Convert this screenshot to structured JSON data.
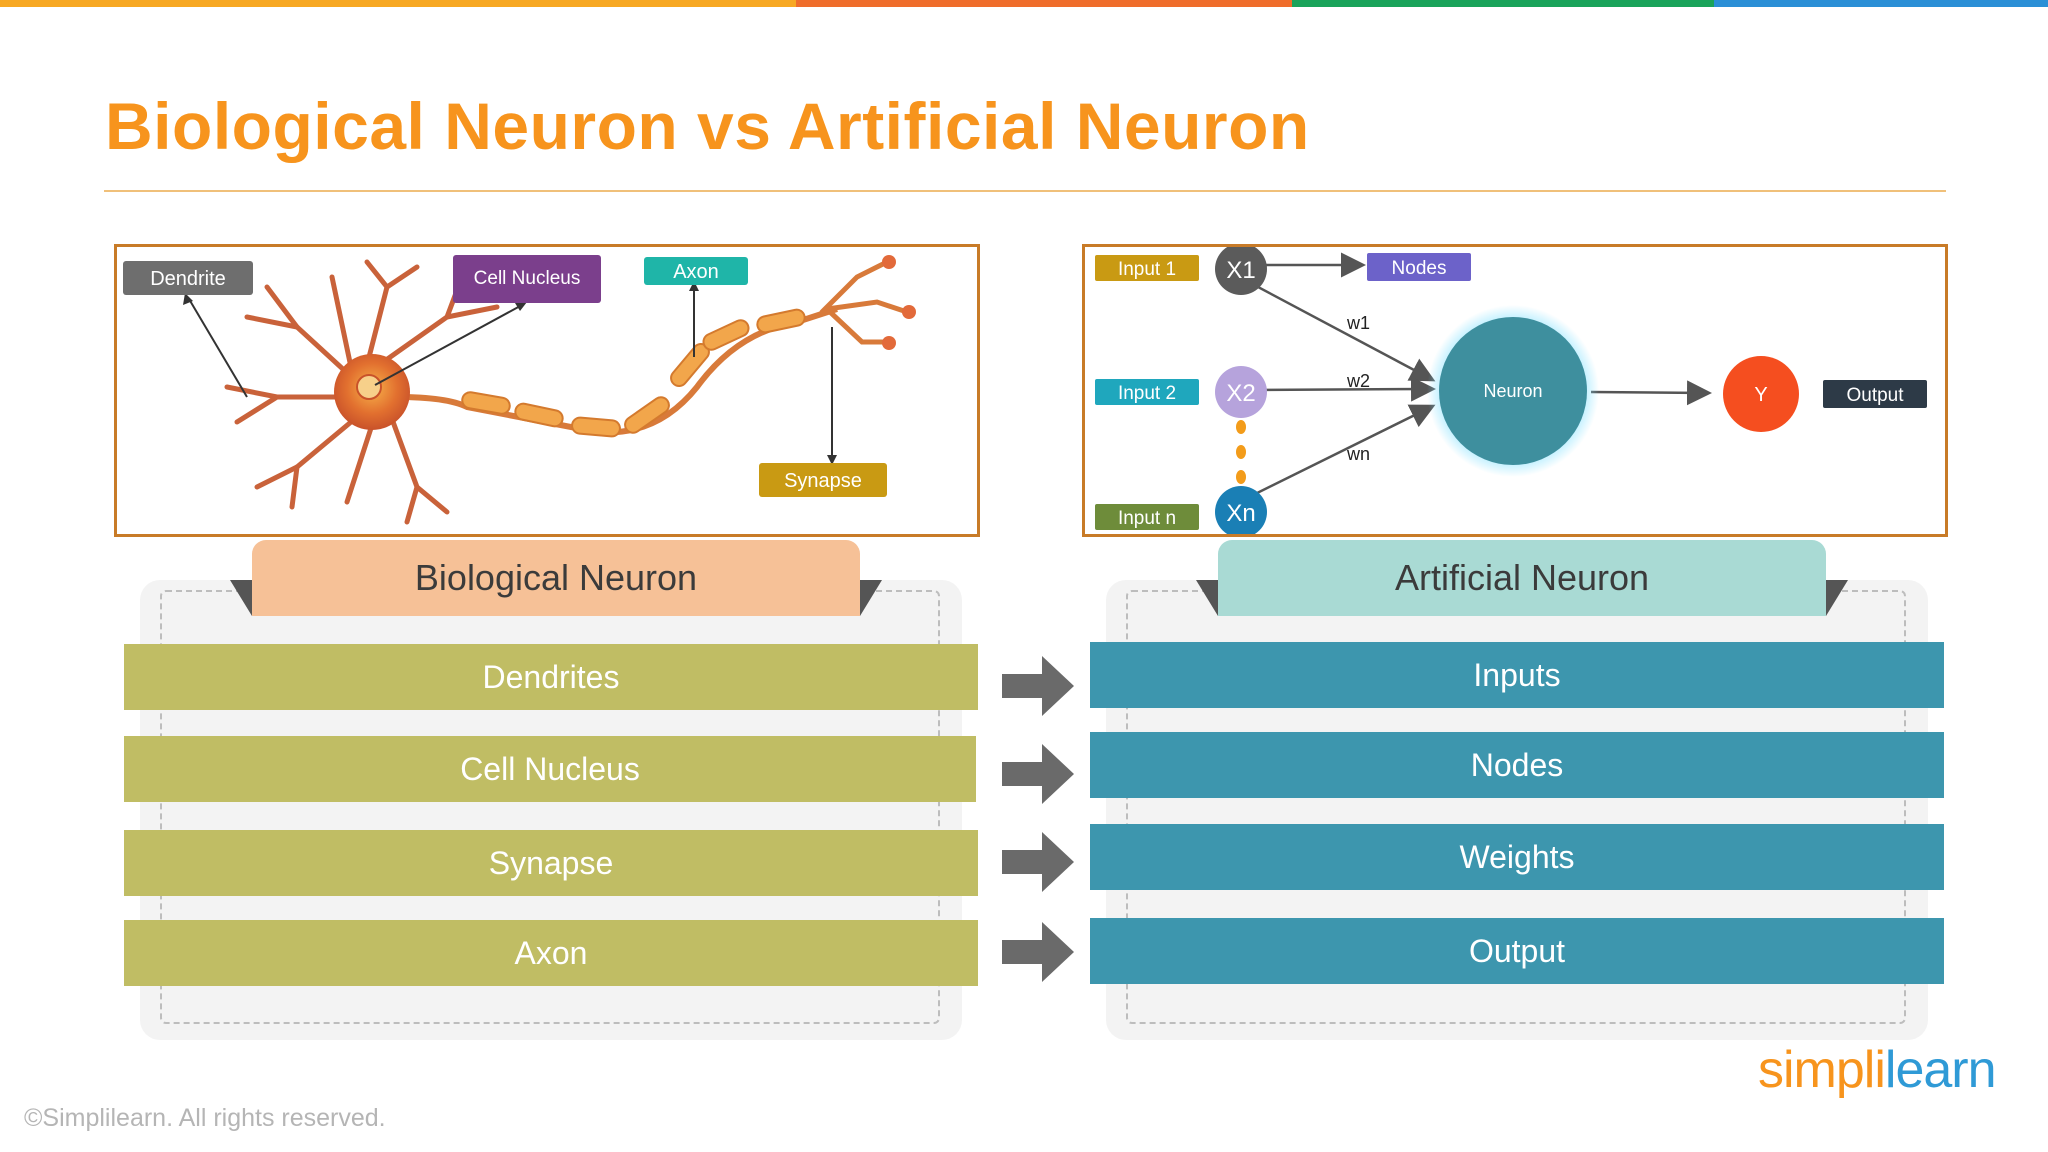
{
  "title": "Biological Neuron vs Artificial Neuron",
  "colors": {
    "accent_orange": "#f7941d",
    "bio_row": "#c0bd64",
    "art_row": "#3d96ae",
    "bio_header": "#f6c197",
    "art_header": "#a9dad4"
  },
  "biological_diagram": {
    "labels": {
      "dendrite": "Dendrite",
      "cell_nucleus": "Cell Nucleus",
      "axon": "Axon",
      "synapse": "Synapse"
    }
  },
  "artificial_diagram": {
    "inputs": [
      "Input 1",
      "Input 2",
      "Input n"
    ],
    "node_labels": [
      "X1",
      "X2",
      "Xn"
    ],
    "weights": [
      "w1",
      "w2",
      "wn"
    ],
    "nodes_label": "Nodes",
    "neuron_label": "Neuron",
    "output_node": "Y",
    "output_label": "Output"
  },
  "comparison": {
    "biological": {
      "header": "Biological Neuron",
      "rows": [
        "Dendrites",
        "Cell Nucleus",
        "Synapse",
        "Axon"
      ]
    },
    "artificial": {
      "header": "Artificial Neuron",
      "rows": [
        "Inputs",
        "Nodes",
        "Weights",
        "Output"
      ]
    }
  },
  "footer": {
    "copyright": "©Simplilearn. All rights reserved.",
    "logo_left": "simpl",
    "logo_mid": "i",
    "logo_right": "learn"
  }
}
